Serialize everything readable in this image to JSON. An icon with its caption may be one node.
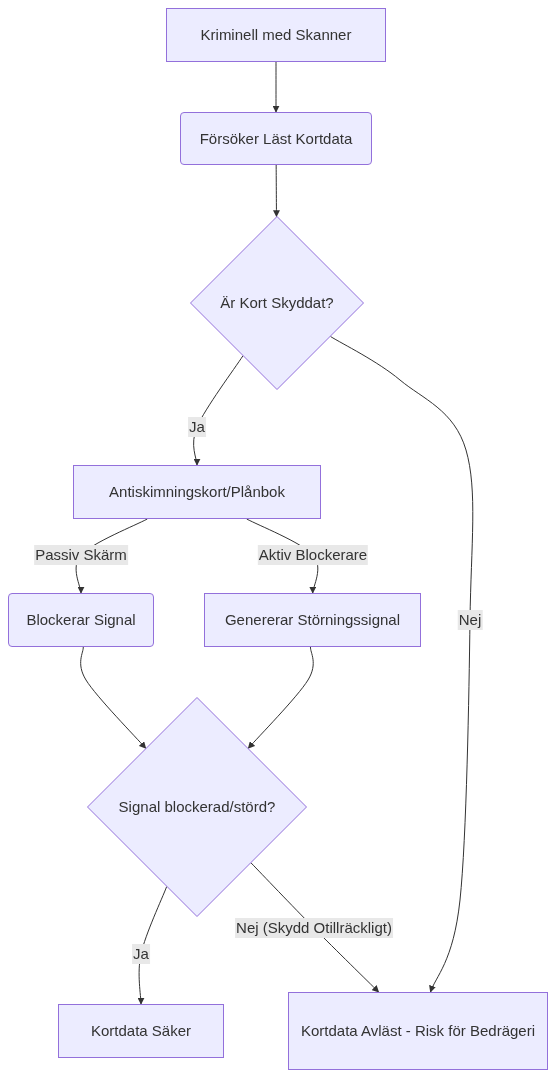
{
  "diagram": {
    "nodes": [
      {
        "text": [
          "Kriminell med Skanner"
        ]
      },
      {
        "text": [
          "Försöker Läst Kortdata"
        ]
      },
      {
        "text": [
          "Är Kort Skyddat?"
        ]
      },
      {
        "text": [
          "Antiskimningskort/Plånbok"
        ]
      },
      {
        "text": [
          "Blockerar Signal"
        ]
      },
      {
        "text": [
          "Genererar Störningssignal"
        ]
      },
      {
        "text": [
          "Signal blockerad/störd?"
        ]
      },
      {
        "text": [
          "Kortdata Säker"
        ]
      },
      {
        "text": [
          "Kortdata Avläst - Risk för Bedrägeri"
        ]
      }
    ],
    "edges": [
      {
        "from": 0,
        "to": 1,
        "arrow": "to"
      },
      {
        "from": 1,
        "to": 2,
        "arrow": "to"
      },
      {
        "from": 2,
        "to": 3,
        "arrow": "to",
        "label": "Ja"
      },
      {
        "from": 2,
        "to": 8,
        "arrow": "to",
        "label": "Nej"
      },
      {
        "from": 3,
        "to": 4,
        "arrow": "to",
        "label": "Passiv Skärm"
      },
      {
        "from": 3,
        "to": 5,
        "arrow": "to",
        "label": "Aktiv Blockerare"
      },
      {
        "from": 4,
        "to": 6,
        "arrow": "to"
      },
      {
        "from": 5,
        "to": 6,
        "arrow": "to"
      },
      {
        "from": 6,
        "to": 7,
        "arrow": "to",
        "label": "Ja"
      },
      {
        "from": 6,
        "to": 8,
        "arrow": "to",
        "label": "Nej (Skydd Otillräckligt)"
      }
    ]
  }
}
